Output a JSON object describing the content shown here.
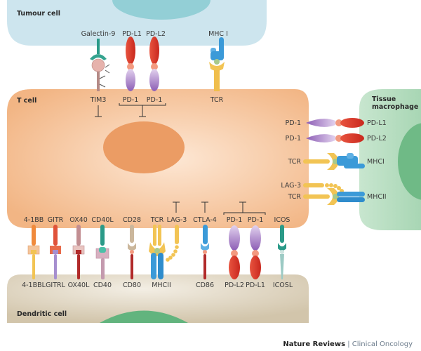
{
  "cells": {
    "tumour": "Tumour cell",
    "tcell": "T cell",
    "macrophage_line1": "Tissue",
    "macrophage_line2": "macrophage",
    "dendritic": "Dendritic cell"
  },
  "tumour_ligands": [
    "Galectin-9",
    "PD-L1",
    "PD-L2",
    "MHC I"
  ],
  "tcell_top_receptors": [
    "TIM3",
    "PD-1",
    "PD-1",
    "TCR"
  ],
  "macrophage_pairs": [
    {
      "receptor": "PD-1",
      "ligand": "PD-L1"
    },
    {
      "receptor": "PD-1",
      "ligand": "PD-L2"
    },
    {
      "receptor": "TCR",
      "ligand": "MHCI"
    },
    {
      "receptor": "LAG-3",
      "ligand": ""
    },
    {
      "receptor": "TCR",
      "ligand": "MHCII"
    }
  ],
  "tcell_bottom_receptors": [
    "4-1BB",
    "GITR",
    "OX40",
    "CD40L",
    "CD28",
    "TCR",
    "LAG-3",
    "CTLA-4",
    "PD-1",
    "PD-1",
    "ICOS"
  ],
  "dendritic_ligands": [
    "4-1BBL",
    "GITRL",
    "OX40L",
    "CD40",
    "CD80",
    "MHCII",
    "CD86",
    "PD-L2",
    "PD-L1",
    "ICOSL"
  ],
  "credit": {
    "journal": "Nature Reviews",
    "separator": " | ",
    "section": "Clinical Oncology"
  },
  "colors": {
    "tumour": "#cfe6ee",
    "tcell": "#f2b787",
    "macrophage": "#b6dcc0",
    "dendritic": "#d8ccb4",
    "pdl": "#d9382a",
    "pd1": "#a681c4",
    "mhc": "#3a9ad8",
    "tcr": "#f0c050"
  }
}
